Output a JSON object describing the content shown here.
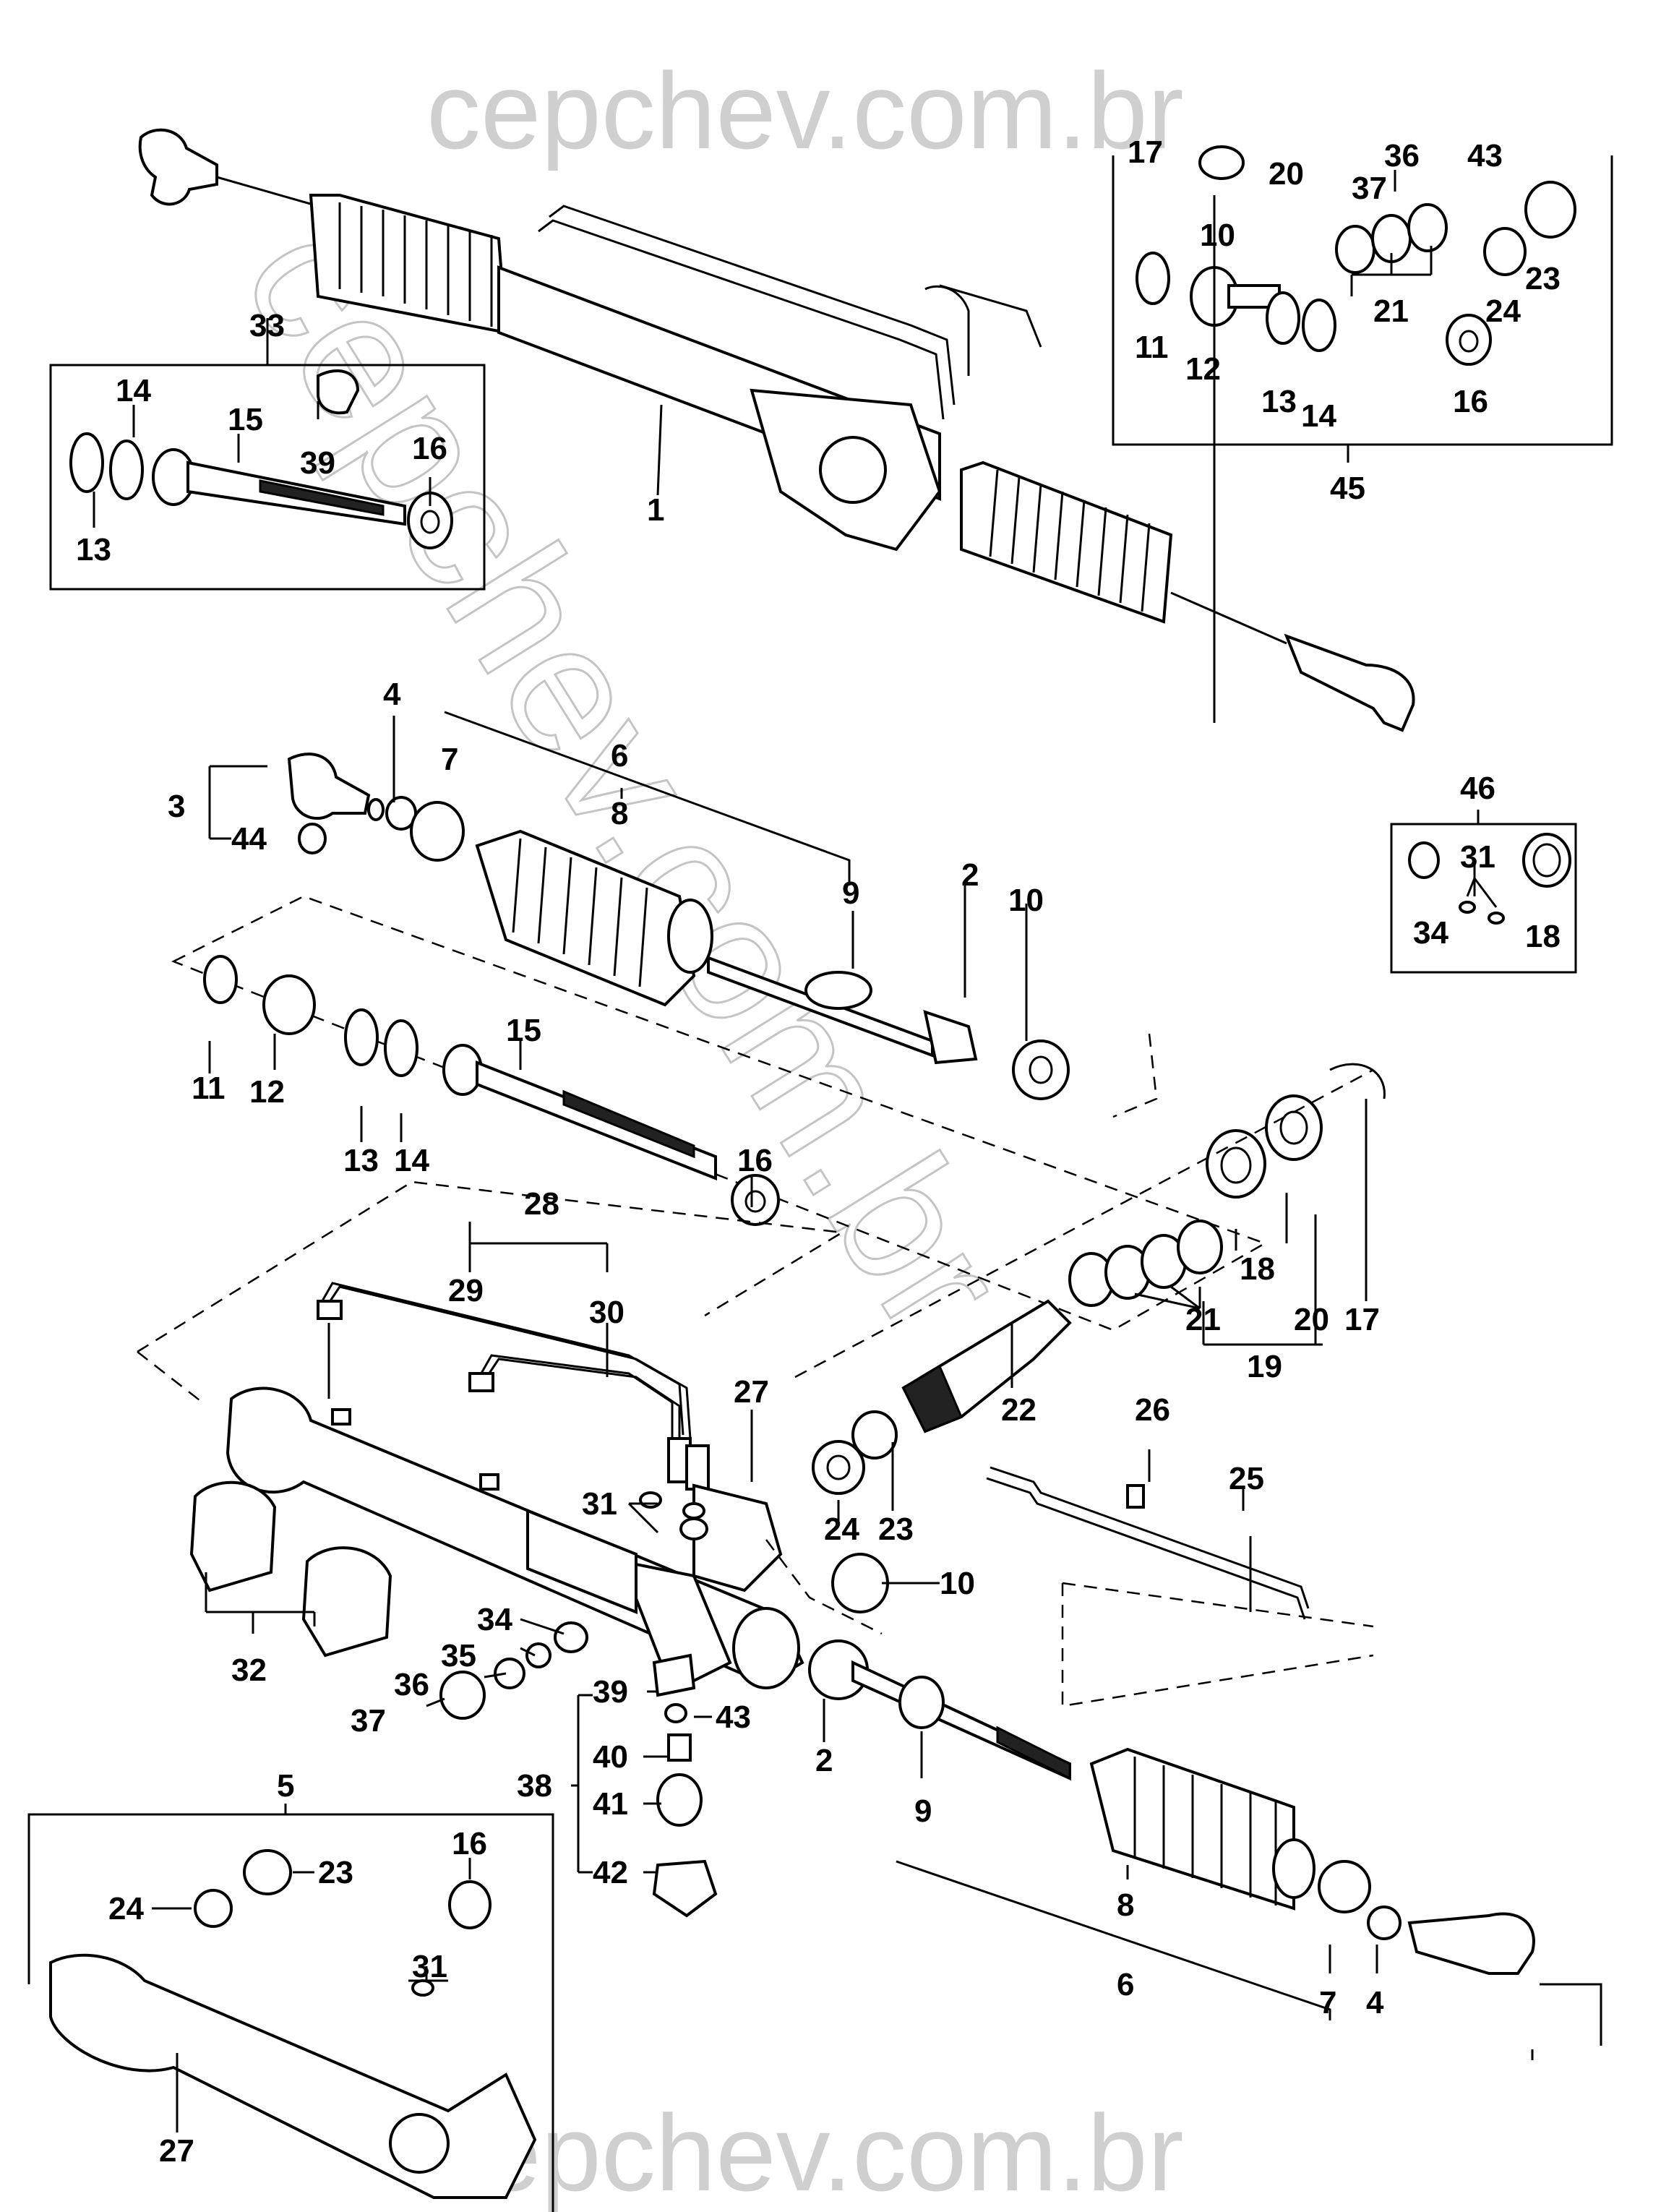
{
  "watermark": {
    "top": "cepchev.com.br",
    "diagonal": "cepchev.com.br",
    "bottom": "cepchev.com.br"
  },
  "callouts": [
    {
      "id": "c1",
      "text": "1"
    },
    {
      "id": "c2a",
      "text": "2"
    },
    {
      "id": "c2b",
      "text": "2"
    },
    {
      "id": "c3",
      "text": "3"
    },
    {
      "id": "c4a",
      "text": "4"
    },
    {
      "id": "c4b",
      "text": "4"
    },
    {
      "id": "c5",
      "text": "5"
    },
    {
      "id": "c6a",
      "text": "6"
    },
    {
      "id": "c6b",
      "text": "6"
    },
    {
      "id": "c7a",
      "text": "7"
    },
    {
      "id": "c7b",
      "text": "7"
    },
    {
      "id": "c8a",
      "text": "8"
    },
    {
      "id": "c8b",
      "text": "8"
    },
    {
      "id": "c9a",
      "text": "9"
    },
    {
      "id": "c9b",
      "text": "9"
    },
    {
      "id": "c10a",
      "text": "10"
    },
    {
      "id": "c10b",
      "text": "10"
    },
    {
      "id": "c10c",
      "text": "10"
    },
    {
      "id": "c11a",
      "text": "11"
    },
    {
      "id": "c11b",
      "text": "11"
    },
    {
      "id": "c12a",
      "text": "12"
    },
    {
      "id": "c12b",
      "text": "12"
    },
    {
      "id": "c13a",
      "text": "13"
    },
    {
      "id": "c13b",
      "text": "13"
    },
    {
      "id": "c13c",
      "text": "13"
    },
    {
      "id": "c14a",
      "text": "14"
    },
    {
      "id": "c14b",
      "text": "14"
    },
    {
      "id": "c14c",
      "text": "14"
    },
    {
      "id": "c15a",
      "text": "15"
    },
    {
      "id": "c15b",
      "text": "15"
    },
    {
      "id": "c16a",
      "text": "16"
    },
    {
      "id": "c16b",
      "text": "16"
    },
    {
      "id": "c16c",
      "text": "16"
    },
    {
      "id": "c16d",
      "text": "16"
    },
    {
      "id": "c17a",
      "text": "17"
    },
    {
      "id": "c17b",
      "text": "17"
    },
    {
      "id": "c18a",
      "text": "18"
    },
    {
      "id": "c18b",
      "text": "18"
    },
    {
      "id": "c19",
      "text": "19"
    },
    {
      "id": "c20a",
      "text": "20"
    },
    {
      "id": "c20b",
      "text": "20"
    },
    {
      "id": "c21a",
      "text": "21"
    },
    {
      "id": "c21b",
      "text": "21"
    },
    {
      "id": "c22",
      "text": "22"
    },
    {
      "id": "c23a",
      "text": "23"
    },
    {
      "id": "c23b",
      "text": "23"
    },
    {
      "id": "c23c",
      "text": "23"
    },
    {
      "id": "c24a",
      "text": "24"
    },
    {
      "id": "c24b",
      "text": "24"
    },
    {
      "id": "c24c",
      "text": "24"
    },
    {
      "id": "c25",
      "text": "25"
    },
    {
      "id": "c26",
      "text": "26"
    },
    {
      "id": "c27a",
      "text": "27"
    },
    {
      "id": "c27b",
      "text": "27"
    },
    {
      "id": "c28",
      "text": "28"
    },
    {
      "id": "c29",
      "text": "29"
    },
    {
      "id": "c30",
      "text": "30"
    },
    {
      "id": "c31a",
      "text": "31"
    },
    {
      "id": "c31b",
      "text": "31"
    },
    {
      "id": "c31c",
      "text": "31"
    },
    {
      "id": "c32",
      "text": "32"
    },
    {
      "id": "c33",
      "text": "33"
    },
    {
      "id": "c34a",
      "text": "34"
    },
    {
      "id": "c34b",
      "text": "34"
    },
    {
      "id": "c35",
      "text": "35"
    },
    {
      "id": "c36a",
      "text": "36"
    },
    {
      "id": "c36b",
      "text": "36"
    },
    {
      "id": "c37a",
      "text": "37"
    },
    {
      "id": "c37b",
      "text": "37"
    },
    {
      "id": "c38",
      "text": "38"
    },
    {
      "id": "c39a",
      "text": "39"
    },
    {
      "id": "c39b",
      "text": "39"
    },
    {
      "id": "c40",
      "text": "40"
    },
    {
      "id": "c41",
      "text": "41"
    },
    {
      "id": "c42",
      "text": "42"
    },
    {
      "id": "c43a",
      "text": "43"
    },
    {
      "id": "c43b",
      "text": "43"
    },
    {
      "id": "c44",
      "text": "44"
    },
    {
      "id": "c45",
      "text": "45"
    },
    {
      "id": "c46",
      "text": "46"
    }
  ]
}
